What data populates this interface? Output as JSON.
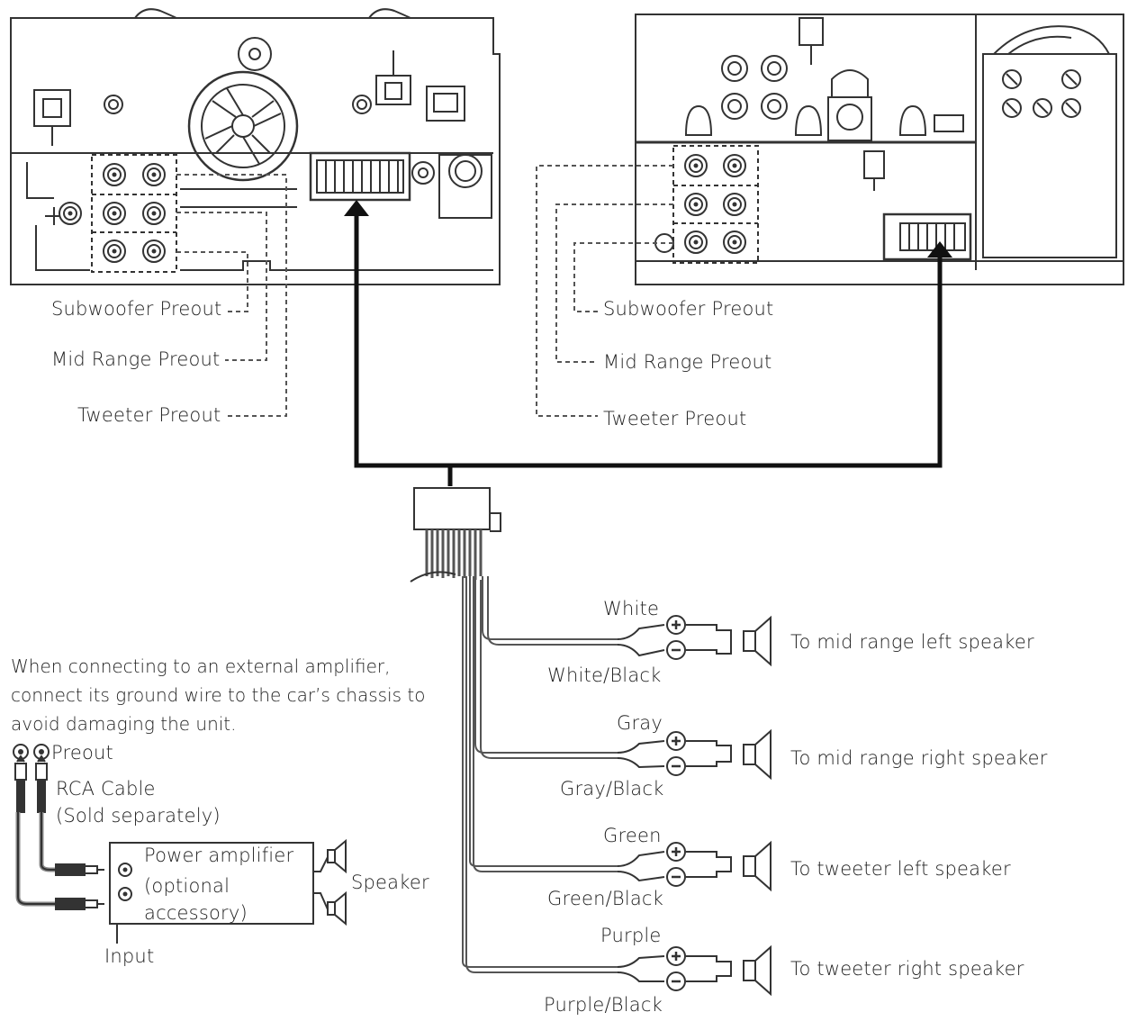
{
  "left_unit_labels": {
    "subwoofer": "Subwoofer Preout",
    "mid_range": "Mid Range Preout",
    "tweeter": "Tweeter Preout"
  },
  "right_unit_labels": {
    "subwoofer": "Subwoofer Preout",
    "mid_range": "Mid Range Preout",
    "tweeter": "Tweeter Preout"
  },
  "speaker_wires": [
    {
      "pos_color": "White",
      "neg_color": "White/Black",
      "target": "To mid range left speaker"
    },
    {
      "pos_color": "Gray",
      "neg_color": "Gray/Black",
      "target": "To mid range right speaker"
    },
    {
      "pos_color": "Green",
      "neg_color": "Green/Black",
      "target": "To tweeter left speaker"
    },
    {
      "pos_color": "Purple",
      "neg_color": "Purple/Black",
      "target": "To tweeter right speaker"
    }
  ],
  "amplifier_note": {
    "line1": "When connecting to an external amplifier,",
    "line2": "connect its ground wire to the car’s chassis to",
    "line3": "avoid damaging the unit."
  },
  "amplifier_labels": {
    "preout": "Preout",
    "rca_cable": "RCA Cable",
    "sold_separately": "(Sold separately)",
    "power_amplifier": "Power amplifier",
    "optional": "(optional",
    "accessory": "accessory)",
    "speaker": "Speaker",
    "input": "Input"
  }
}
